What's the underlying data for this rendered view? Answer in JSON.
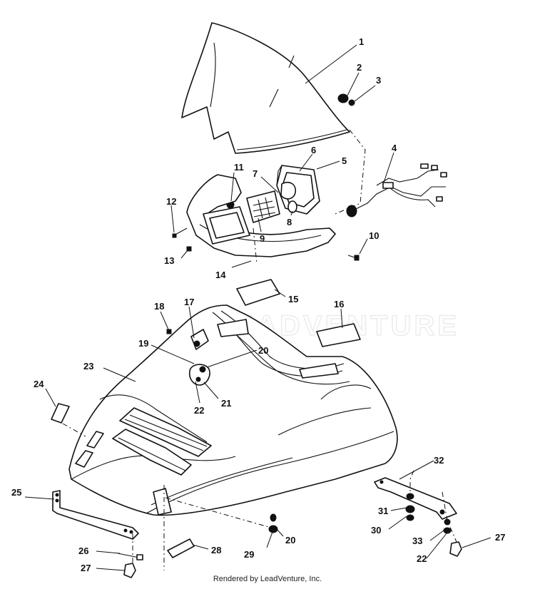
{
  "footer_text": "Rendered by LeadVenture, Inc.",
  "watermark_text": "LEADVENTURE",
  "callouts": [
    "1",
    "2",
    "3",
    "4",
    "5",
    "6",
    "7",
    "8",
    "9",
    "10",
    "11",
    "12",
    "13",
    "14",
    "15",
    "16",
    "17",
    "18",
    "19",
    "20",
    "21",
    "22",
    "23",
    "24",
    "25",
    "26",
    "27",
    "28",
    "29",
    "20",
    "30",
    "31",
    "32",
    "33",
    "22",
    "27"
  ],
  "colors": {
    "line": "#111111",
    "background": "#ffffff",
    "watermark": "#ececec"
  }
}
